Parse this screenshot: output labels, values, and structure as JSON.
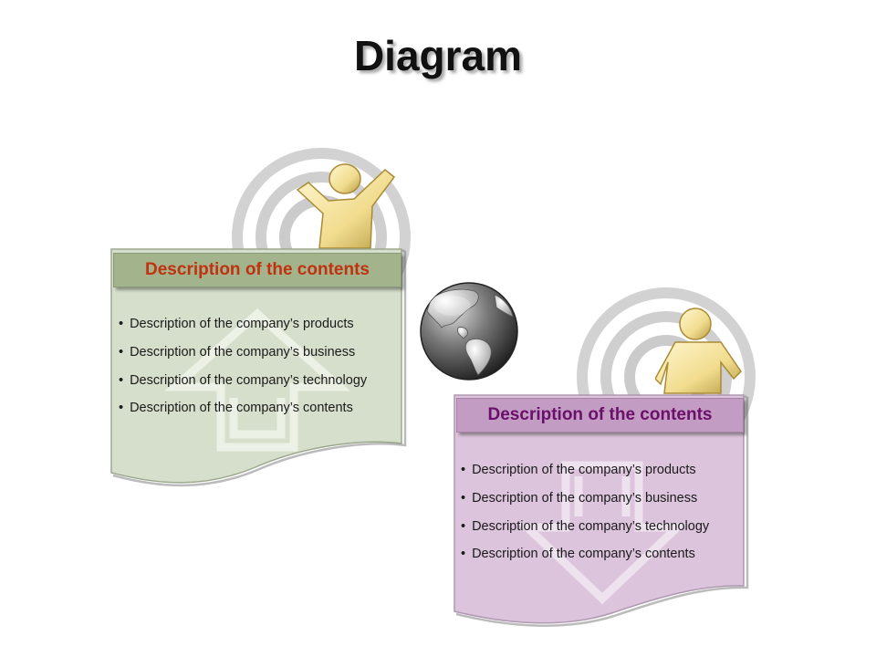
{
  "title": "Diagram",
  "panel_left": {
    "header": "Description of the contents",
    "items": [
      "Description of the company’s products",
      "Description of the company’s business",
      "Description of the company’s technology",
      "Description of the company’s contents"
    ],
    "colors": {
      "body": "#d6dfcc",
      "header": "#a3b48c",
      "header_text": "#c0320f",
      "arrow": "up"
    }
  },
  "panel_right": {
    "header": "Description of the contents",
    "items": [
      "Description of the company’s products",
      "Description of the company’s business",
      "Description of the company’s technology",
      "Description of the company’s contents"
    ],
    "colors": {
      "body": "#dcc4dc",
      "header": "#c39cc3",
      "header_text": "#6a0f6a",
      "arrow": "down"
    }
  },
  "icons": {
    "center": "globe-icon",
    "left_figure": "person-cheering-icon",
    "right_figure": "person-standing-icon",
    "rings": "concentric-rings-icon"
  }
}
